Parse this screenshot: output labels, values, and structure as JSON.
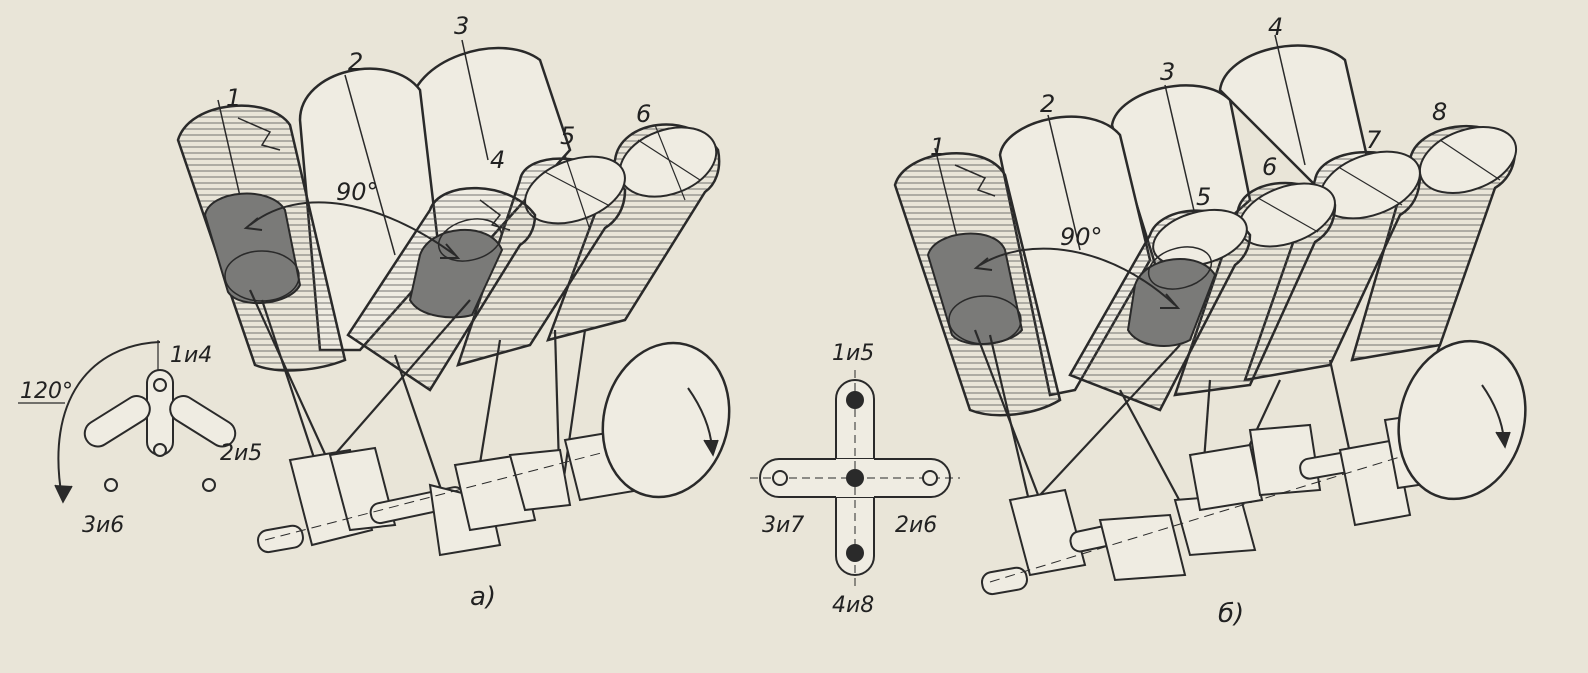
{
  "colors": {
    "paper": "#e9e5d8",
    "ink": "#2a2a2a",
    "shade": "#7a7a78",
    "body": "#efece2"
  },
  "figure_a": {
    "caption": "а)",
    "cylinder_numbers": [
      "1",
      "2",
      "3",
      "4",
      "5",
      "6"
    ],
    "angle_label": "90°",
    "crank_scheme": {
      "angle_label": "120°",
      "labels": [
        "1и4",
        "2и5",
        "3и6"
      ]
    }
  },
  "middle_scheme": {
    "labels": [
      "1и5",
      "2и6",
      "3и7",
      "4и8"
    ]
  },
  "figure_b": {
    "caption": "б)",
    "cylinder_numbers": [
      "1",
      "2",
      "3",
      "4",
      "5",
      "6",
      "7",
      "8"
    ],
    "angle_label": "90°"
  }
}
